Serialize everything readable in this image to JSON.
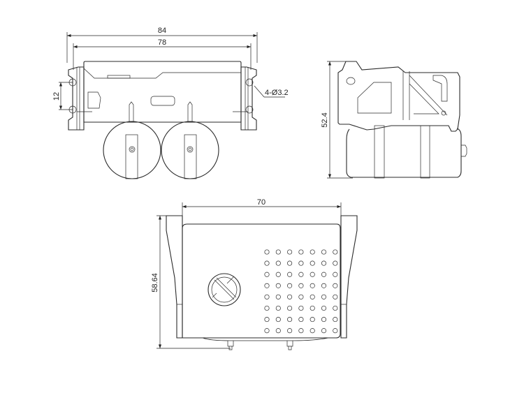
{
  "title": "Enclosure technical drawing",
  "dimensions": {
    "top_overall_width": "84",
    "top_inner_width": "78",
    "hole_spacing": "12",
    "hole_callout": "4-Ø3.2",
    "side_height": "52.4",
    "bottom_width": "70",
    "bottom_height": "58.64"
  },
  "vent_grid": {
    "columns": 7,
    "rows": 8
  },
  "colors": {
    "line": "#2a2a2a",
    "background": "#ffffff"
  }
}
